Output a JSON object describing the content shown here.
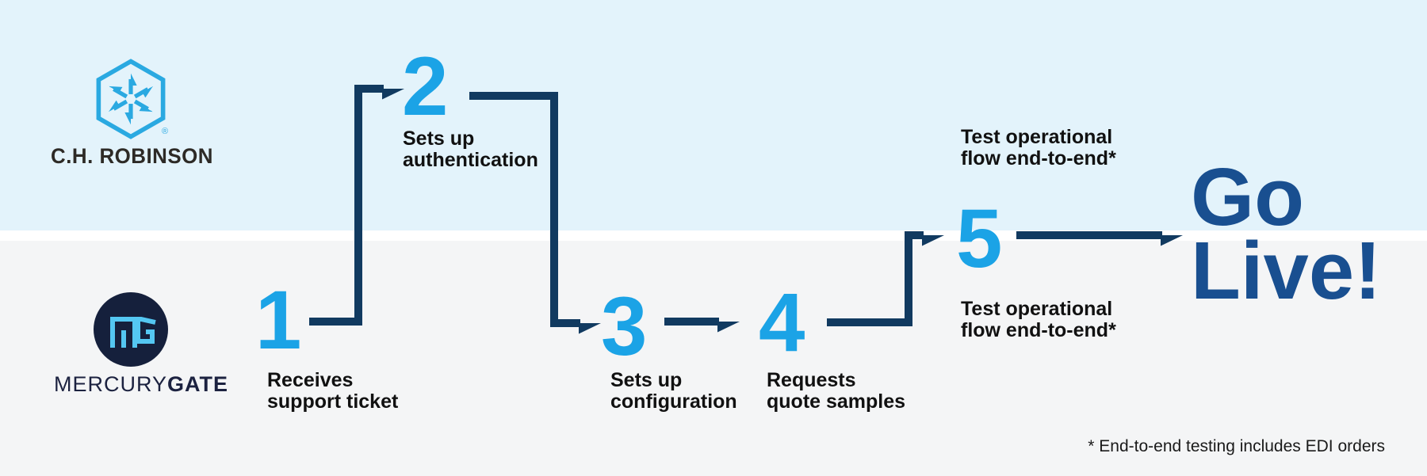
{
  "companies": {
    "chrobinson": {
      "wordmark": "C.H. ROBINSON",
      "registered_mark": "®"
    },
    "mercurygate": {
      "wordmark_regular": "MERCURY",
      "wordmark_bold": "GATE"
    }
  },
  "steps": [
    {
      "number": "1",
      "actor": "mercurygate",
      "label_line1": "Receives",
      "label_line2": "support ticket"
    },
    {
      "number": "2",
      "actor": "chrobinson",
      "label_line1": "Sets up",
      "label_line2": "authentication"
    },
    {
      "number": "3",
      "actor": "mercurygate",
      "label_line1": "Sets up",
      "label_line2": "configuration"
    },
    {
      "number": "4",
      "actor": "mercurygate",
      "label_line1": "Requests",
      "label_line2": "quote samples"
    },
    {
      "number": "5",
      "actor": "both",
      "label_top_line1": "Test operational",
      "label_top_line2": "flow end-to-end*",
      "label_bottom_line1": "Test operational",
      "label_bottom_line2": "flow end-to-end*"
    }
  ],
  "outcome": {
    "line1": "Go",
    "line2": "Live!"
  },
  "footnote": "* End-to-end testing includes EDI orders",
  "colors": {
    "band_blue": "#E3F3FB",
    "band_gray": "#F4F5F6",
    "divider_white": "#FFFFFF",
    "step_number_blue": "#1BA3E6",
    "arrow_navy": "#113A60",
    "go_live_blue": "#194F90",
    "label_black": "#111111",
    "chr_logo_blue": "#2AA9E1",
    "chr_text": "#2D2A26",
    "mg_circle_navy": "#15203C",
    "mg_monogram_blue": "#54C7F2",
    "mg_text_navy": "#1C2240"
  }
}
